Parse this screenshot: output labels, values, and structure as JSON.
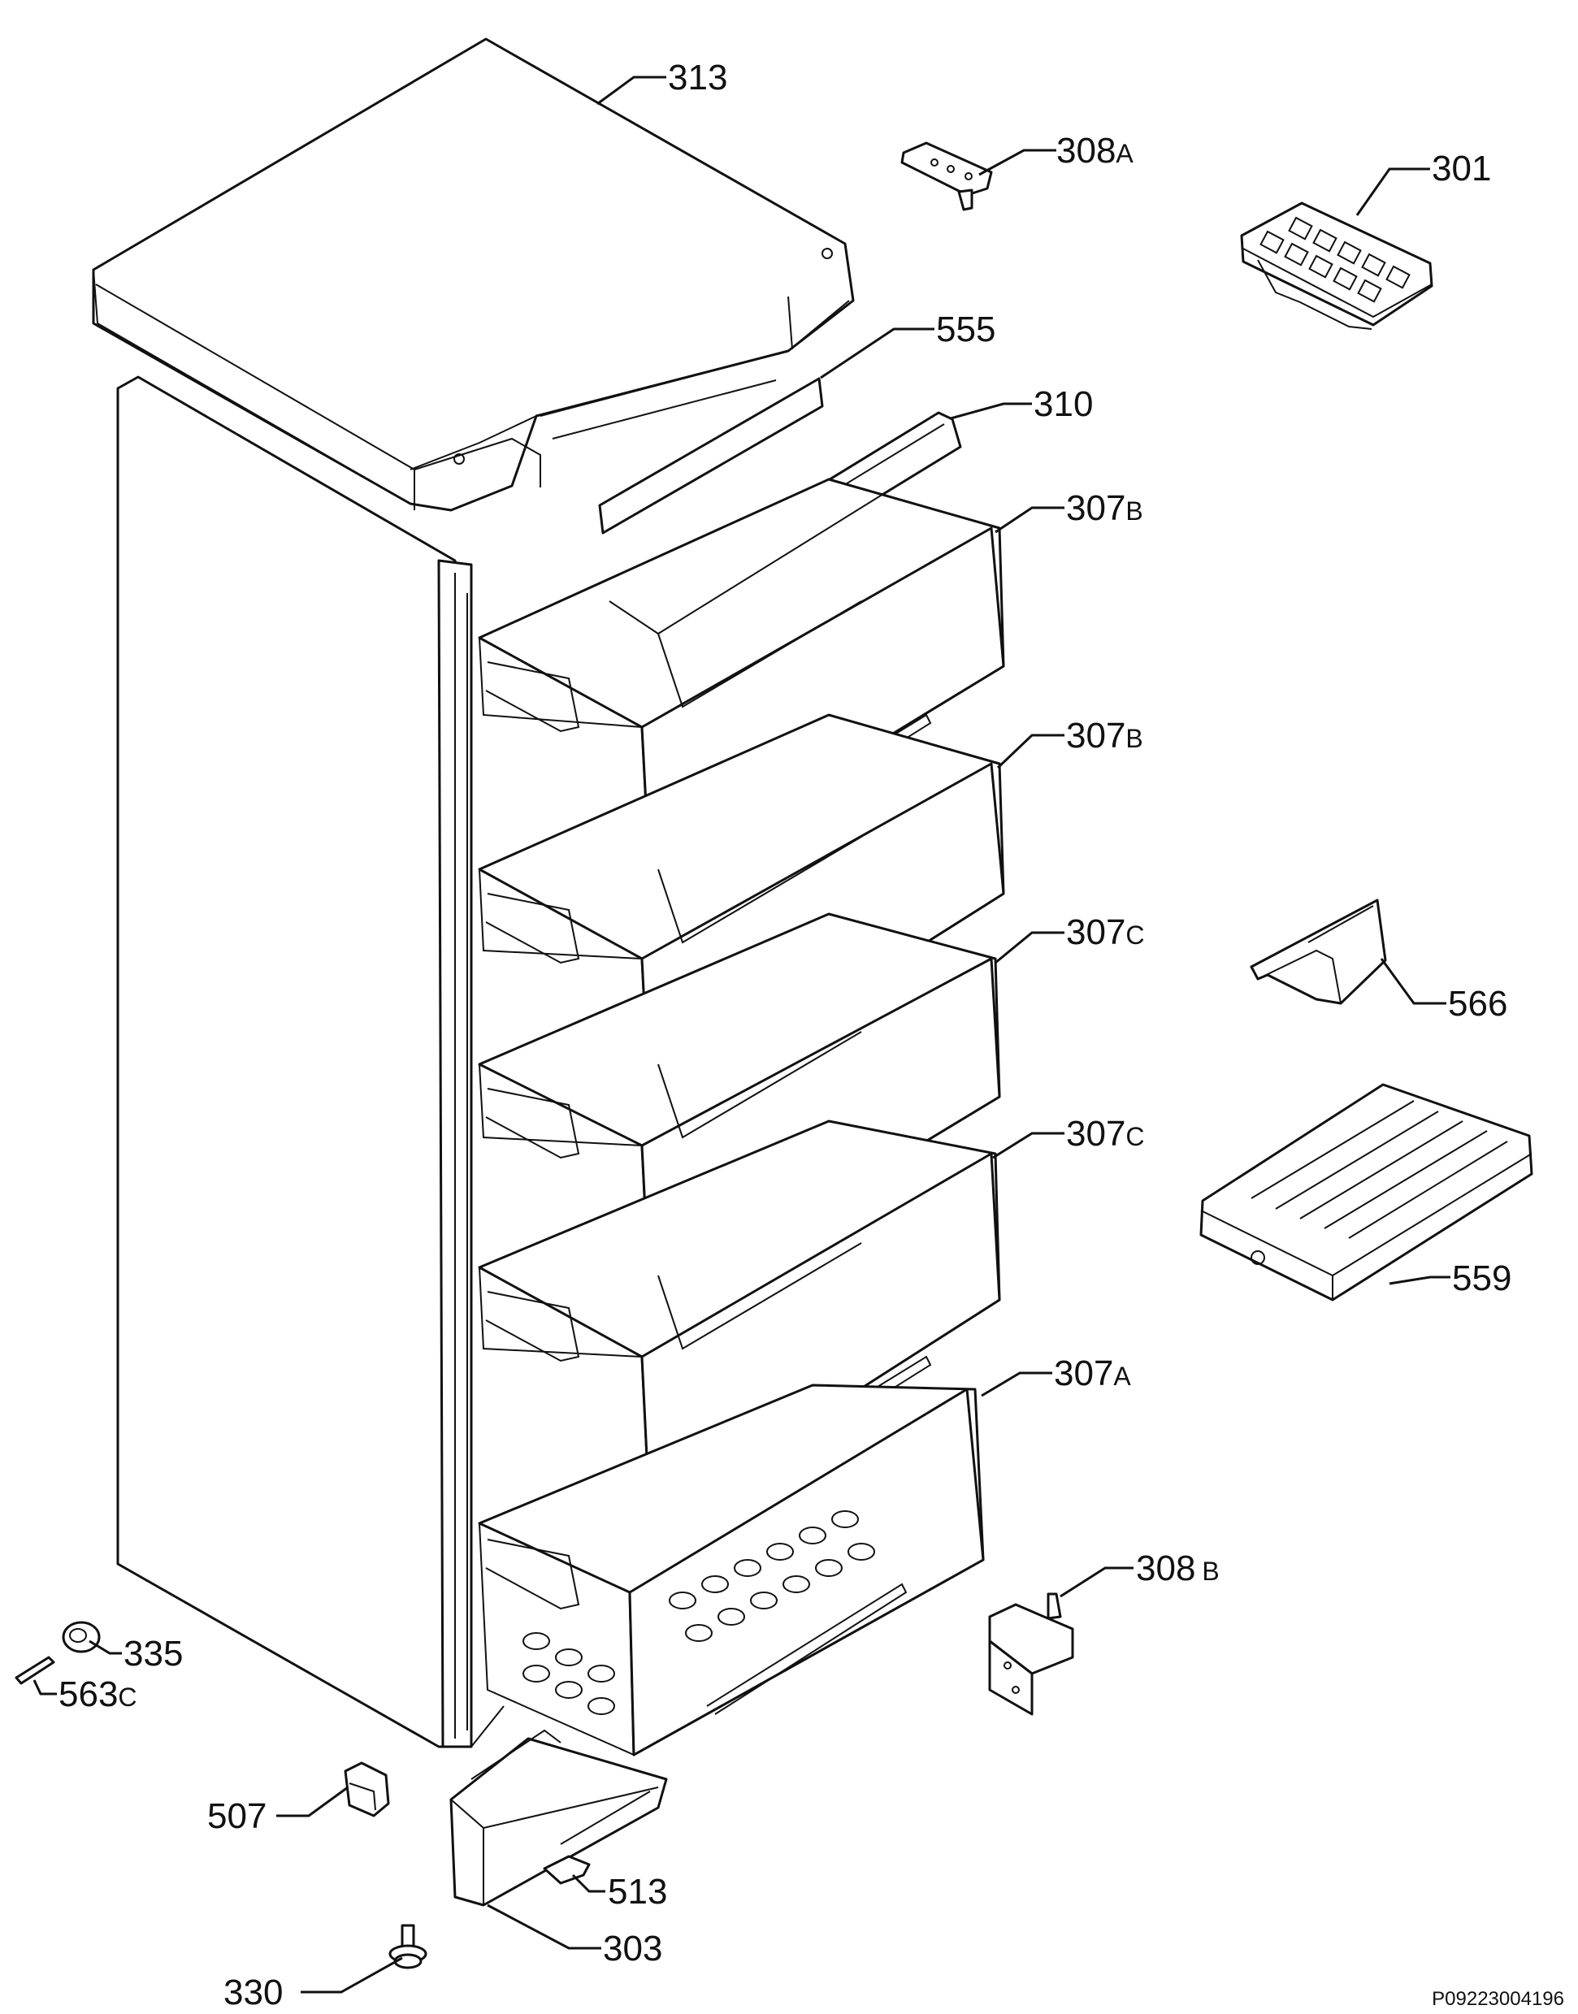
{
  "labels": [
    {
      "id": "313",
      "text": "313",
      "suffix": ""
    },
    {
      "id": "308a",
      "text": "308",
      "suffix": "A"
    },
    {
      "id": "301",
      "text": "301",
      "suffix": ""
    },
    {
      "id": "555",
      "text": "555",
      "suffix": ""
    },
    {
      "id": "310",
      "text": "310",
      "suffix": ""
    },
    {
      "id": "307b-1",
      "text": "307",
      "suffix": "B"
    },
    {
      "id": "307b-2",
      "text": "307",
      "suffix": "B"
    },
    {
      "id": "307c-1",
      "text": "307",
      "suffix": "C"
    },
    {
      "id": "307c-2",
      "text": "307",
      "suffix": "C"
    },
    {
      "id": "307a",
      "text": "307",
      "suffix": "A"
    },
    {
      "id": "566",
      "text": "566",
      "suffix": ""
    },
    {
      "id": "559",
      "text": "559",
      "suffix": ""
    },
    {
      "id": "308b",
      "text": "308",
      "suffix": "B"
    },
    {
      "id": "335",
      "text": "335",
      "suffix": ""
    },
    {
      "id": "563c",
      "text": "563",
      "suffix": "C"
    },
    {
      "id": "507",
      "text": "507",
      "suffix": ""
    },
    {
      "id": "513",
      "text": "513",
      "suffix": ""
    },
    {
      "id": "303",
      "text": "303",
      "suffix": ""
    },
    {
      "id": "330",
      "text": "330",
      "suffix": ""
    }
  ],
  "drawing_code": "P09223004196"
}
